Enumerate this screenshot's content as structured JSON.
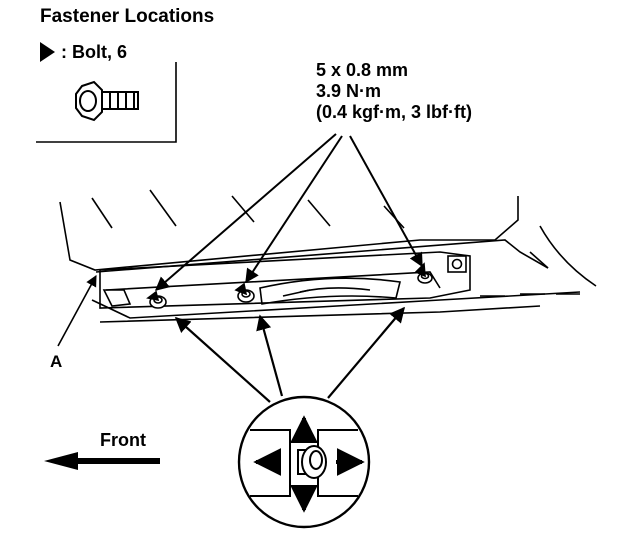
{
  "title": "Fastener Locations",
  "legend": {
    "text": ": Bolt, 6"
  },
  "spec": {
    "size": "5 x 0.8 mm",
    "torque": "3.9 N·m",
    "torque_alt": "(0.4 kgf·m, 3 lbf·ft)"
  },
  "callout": "A",
  "direction": "Front",
  "colors": {
    "ink": "#000000",
    "background": "#ffffff"
  }
}
